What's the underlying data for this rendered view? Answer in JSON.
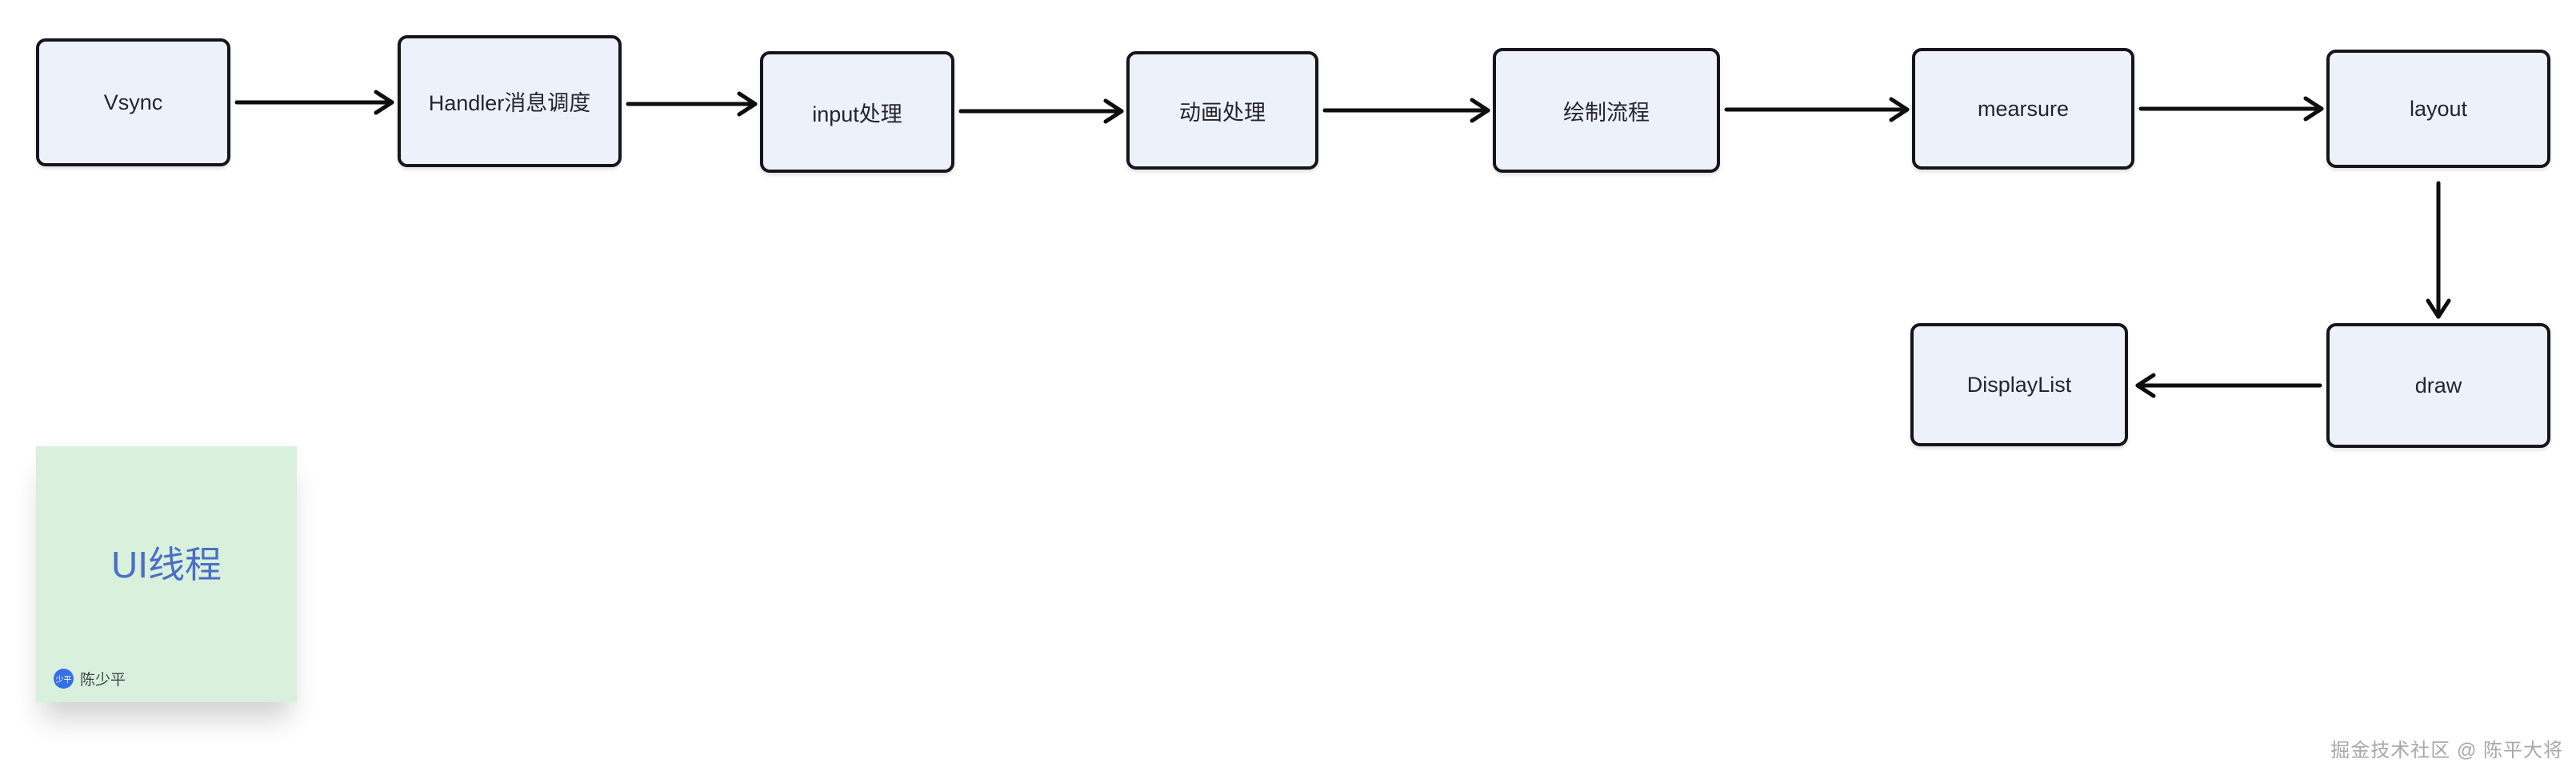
{
  "diagram": {
    "nodes": [
      {
        "id": "vsync",
        "label": "Vsync"
      },
      {
        "id": "handler",
        "label": "Handler消息调度"
      },
      {
        "id": "input",
        "label": "input处理"
      },
      {
        "id": "animation",
        "label": "动画处理"
      },
      {
        "id": "drawflow",
        "label": "绘制流程"
      },
      {
        "id": "mearsure",
        "label": "mearsure"
      },
      {
        "id": "layout",
        "label": "layout"
      },
      {
        "id": "displaylist",
        "label": "DisplayList"
      },
      {
        "id": "draw",
        "label": "draw"
      }
    ],
    "edges": [
      {
        "from": "Vsync",
        "to": "Handler消息调度"
      },
      {
        "from": "Handler消息调度",
        "to": "input处理"
      },
      {
        "from": "input处理",
        "to": "动画处理"
      },
      {
        "from": "动画处理",
        "to": "绘制流程"
      },
      {
        "from": "绘制流程",
        "to": "mearsure"
      },
      {
        "from": "mearsure",
        "to": "layout"
      },
      {
        "from": "layout",
        "to": "draw"
      },
      {
        "from": "draw",
        "to": "DisplayList"
      }
    ]
  },
  "note": {
    "title": "UI线程",
    "author": "陈少平",
    "avatar_text": "少平"
  },
  "watermark": {
    "text": "掘金技术社区 @ 陈平大将"
  },
  "colors": {
    "background": "#ffffff",
    "node_fill": "#edf1f9",
    "node_border": "#15151b",
    "node_text": "#25252e",
    "arrow": "#0e0e0e",
    "note_bg": "#d9f0dc",
    "note_title": "#4a6fc5",
    "avatar_bg": "#3370e8",
    "avatar_text": "#ffffff",
    "author_text": "#3e444c",
    "watermark_text": "#a8a8a8"
  }
}
